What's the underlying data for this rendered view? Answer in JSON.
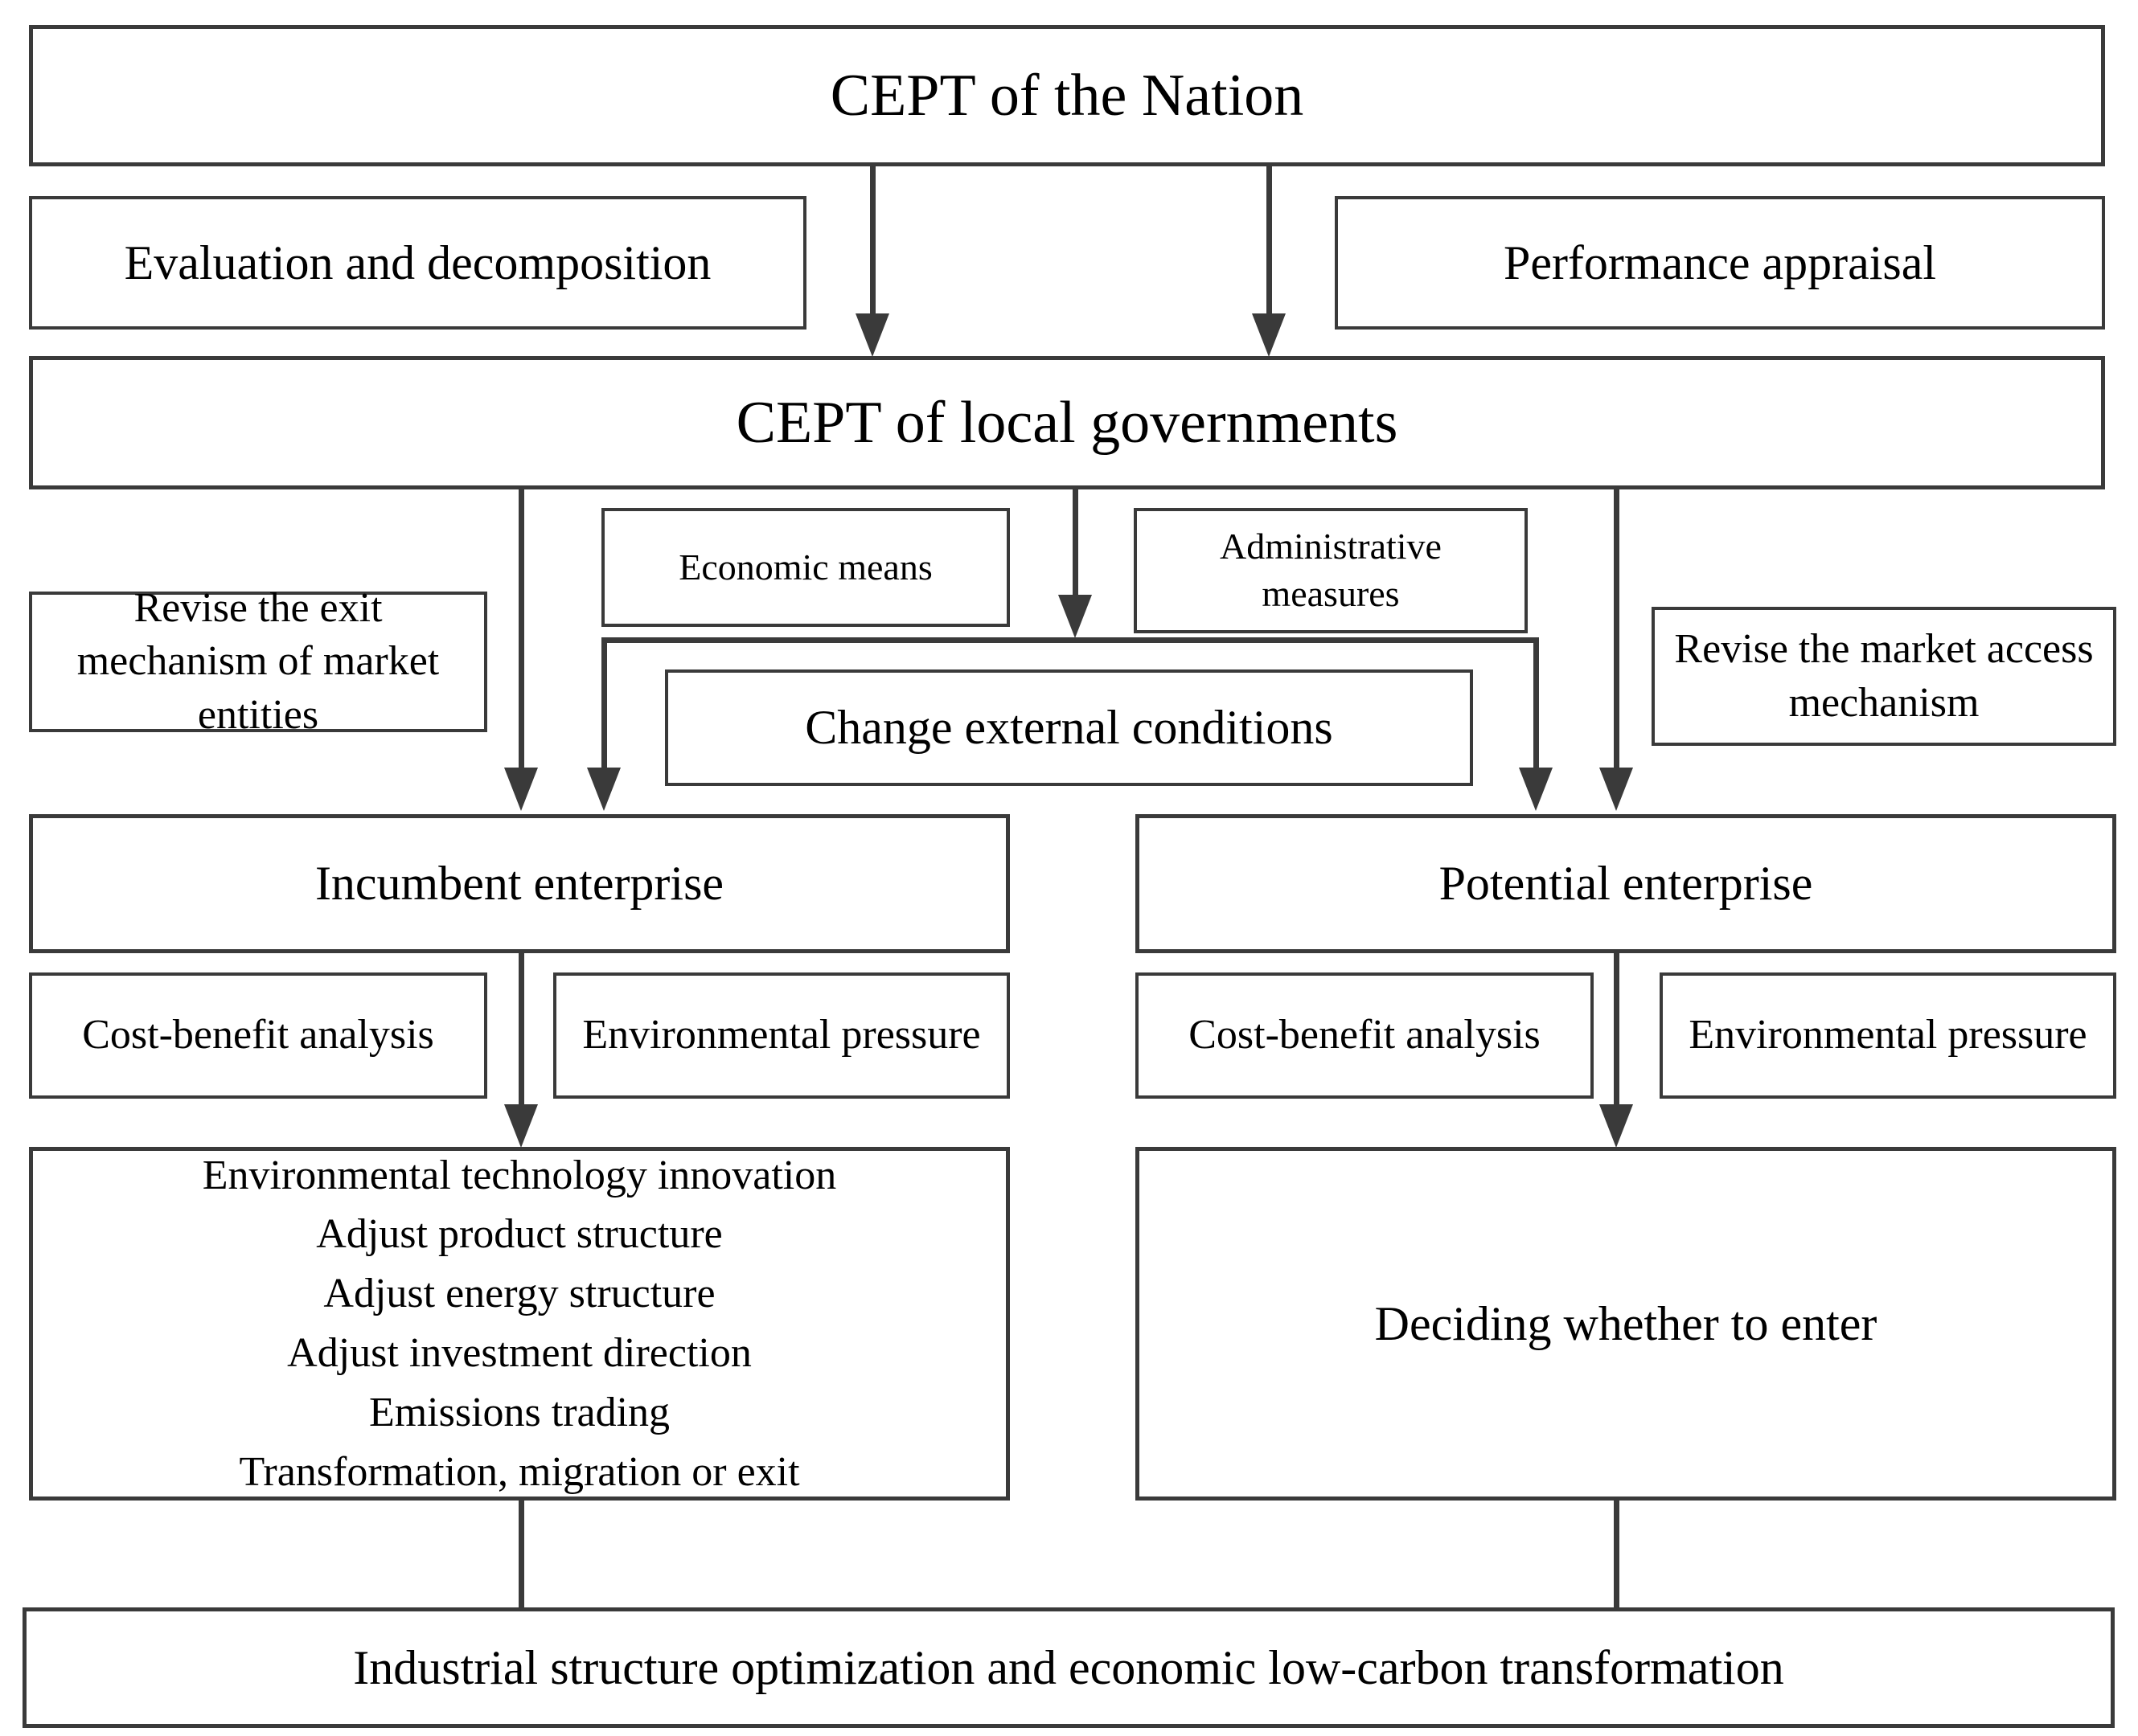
{
  "diagram": {
    "title": "CEPT policy transmission flowchart",
    "accent_color": "#3a3a3a",
    "background_color": "#ffffff",
    "nodes": {
      "cept_nation": "CEPT of the Nation",
      "evaluation_decomposition": "Evaluation and decomposition",
      "performance_appraisal": "Performance appraisal",
      "cept_local": "CEPT of local governments",
      "revise_exit_mechanism": "Revise the exit mechanism of market entities",
      "economic_means": "Economic means",
      "administrative_measures": "Administrative measures",
      "revise_market_access": "Revise the market access mechanism",
      "change_external_conditions": "Change external conditions",
      "incumbent_enterprise": "Incumbent enterprise",
      "potential_enterprise": "Potential enterprise",
      "cost_benefit_left": "Cost-benefit analysis",
      "environmental_pressure_left": "Environmental pressure",
      "cost_benefit_right": "Cost-benefit analysis",
      "environmental_pressure_right": "Environmental pressure",
      "incumbent_actions": "Environmental technology innovation\nAdjust product structure\nAdjust energy structure\nAdjust investment direction\nEmissions trading\nTransformation, migration or exit",
      "deciding_whether_to_enter": "Deciding whether to enter",
      "final_outcome": "Industrial structure optimization and economic low-carbon transformation"
    },
    "incumbent_action_items": [
      "Environmental technology innovation",
      "Adjust product structure",
      "Adjust energy structure",
      "Adjust investment direction",
      "Emissions trading",
      "Transformation, migration or exit"
    ]
  }
}
